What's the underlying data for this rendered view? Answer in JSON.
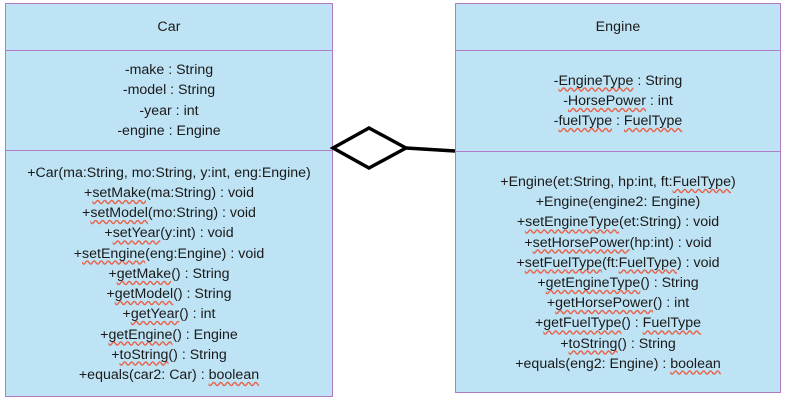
{
  "diagram": {
    "type": "uml-class-diagram",
    "colors": {
      "class_fill": "#bee3f4",
      "class_border": "#b07cc6",
      "text": "#1a1a1a",
      "connector": "#000000",
      "spellcheck_underline": "#e8634a",
      "canvas": "#ffffff"
    },
    "relationship": {
      "name": "aggregation",
      "notation": "hollow-diamond",
      "source": "Car",
      "target": "Engine",
      "diamond_at": "Car"
    },
    "classes": [
      {
        "id": "car",
        "name": "Car",
        "attributes": [
          "-make : String",
          "-model : String",
          "-year : int",
          "-engine : Engine"
        ],
        "methods": [
          "+Car(ma:String, mo:String, y:int, eng:Engine)",
          "+setMake(ma:String) : void",
          "+setModel(mo:String) : void",
          "+setYear(y:int) : void",
          "+setEngine(eng:Engine) : void",
          "+getMake() : String",
          "+getModel() : String",
          "+getYear() : int",
          "+getEngine() : Engine",
          "+toString() : String",
          "+equals(car2: Car) : boolean"
        ]
      },
      {
        "id": "engine",
        "name": "Engine",
        "attributes": [
          "-EngineType : String",
          "-HorsePower : int",
          "-fuelType : FuelType"
        ],
        "methods": [
          "+Engine(et:String, hp:int, ft:FuelType)",
          "+Engine(engine2: Engine)",
          "+setEngineType(et:String) : void",
          "+setHorsePower(hp:int) : void",
          "+setFuelType(ft:FuelType) : void",
          "+getEngineType() : String",
          "+getHorsePower() : int",
          "+getFuelType() : FuelType",
          "+toString() : String",
          "+equals(eng2: Engine) : boolean"
        ]
      }
    ]
  }
}
